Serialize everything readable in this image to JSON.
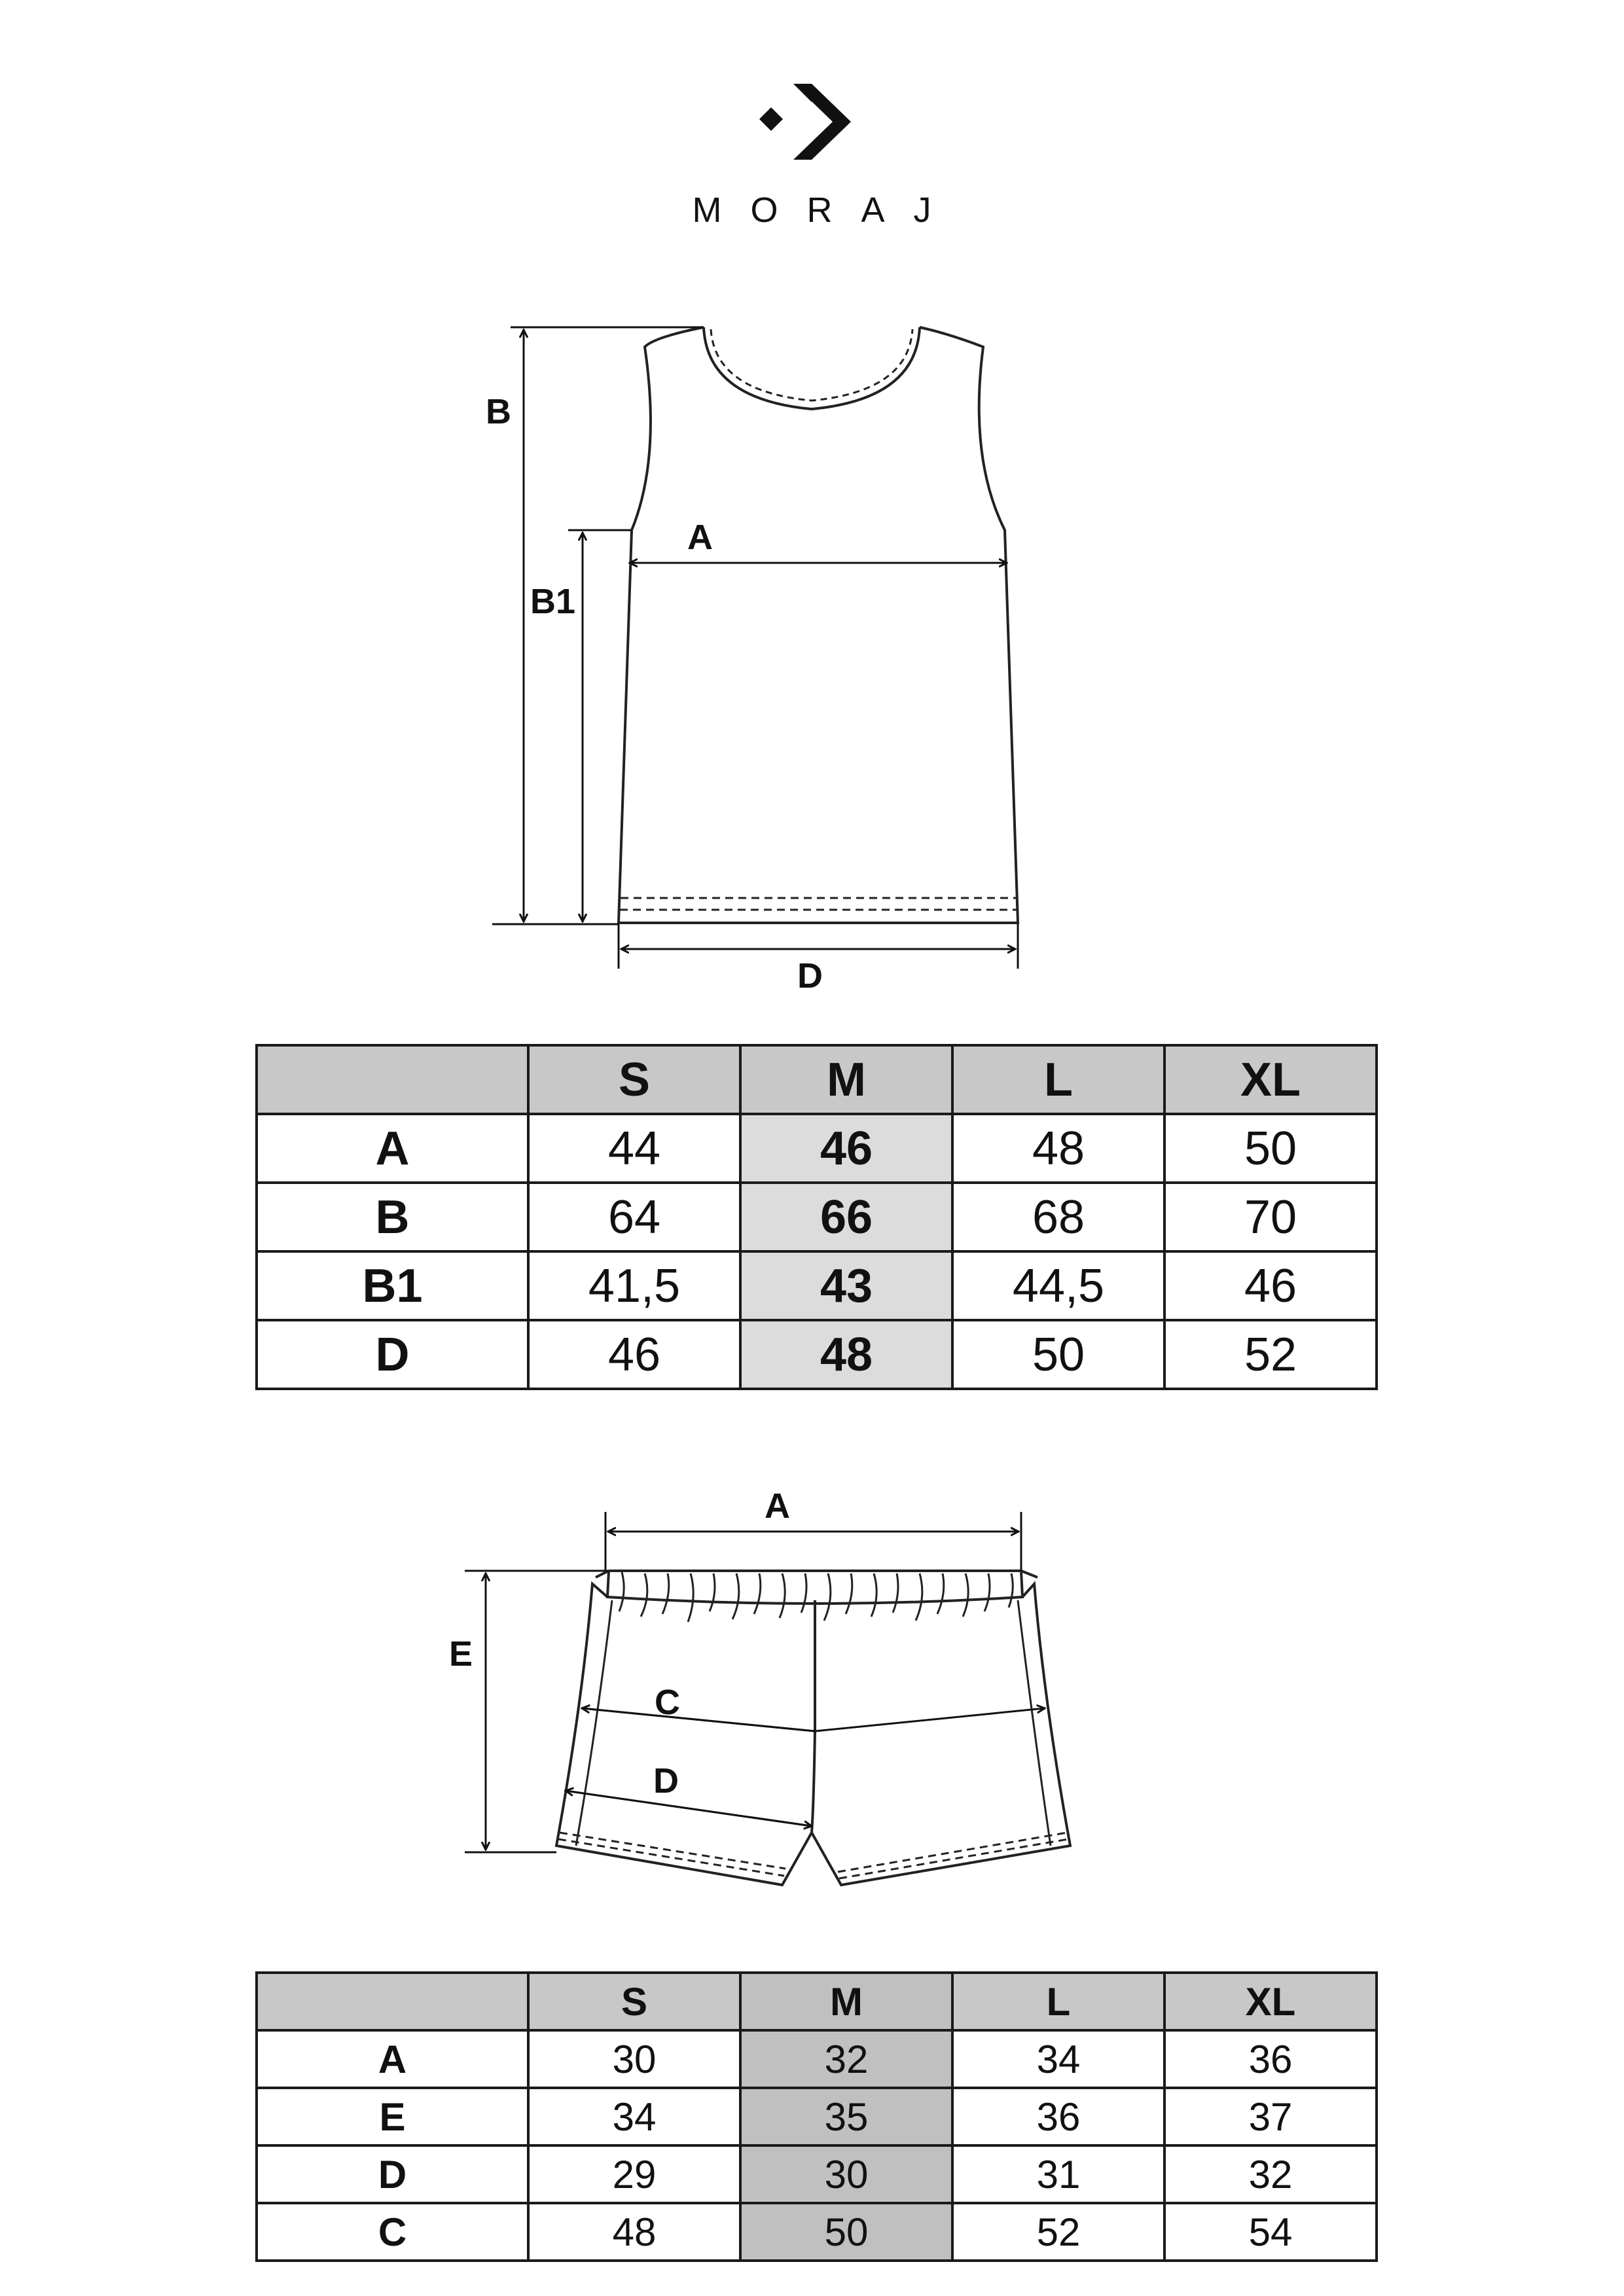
{
  "brand": {
    "name": "MORAJ"
  },
  "top_garment": {
    "labels": {
      "B": "B",
      "B1": "B1",
      "A": "A",
      "D": "D"
    }
  },
  "top_table": {
    "columns": [
      "",
      "S",
      "M",
      "L",
      "XL"
    ],
    "rows": [
      {
        "label": "A",
        "values": [
          "44",
          "46",
          "48",
          "50"
        ]
      },
      {
        "label": "B",
        "values": [
          "64",
          "66",
          "68",
          "70"
        ]
      },
      {
        "label": "B1",
        "values": [
          "41,5",
          "43",
          "44,5",
          "46"
        ]
      },
      {
        "label": "D",
        "values": [
          "46",
          "48",
          "50",
          "52"
        ]
      }
    ]
  },
  "bottom_garment": {
    "labels": {
      "A": "A",
      "E": "E",
      "C": "C",
      "D": "D"
    }
  },
  "bottom_table": {
    "columns": [
      "",
      "S",
      "M",
      "L",
      "XL"
    ],
    "rows": [
      {
        "label": "A",
        "values": [
          "30",
          "32",
          "34",
          "36"
        ]
      },
      {
        "label": "E",
        "values": [
          "34",
          "35",
          "36",
          "37"
        ]
      },
      {
        "label": "D",
        "values": [
          "29",
          "30",
          "31",
          "32"
        ]
      },
      {
        "label": "C",
        "values": [
          "48",
          "50",
          "52",
          "54"
        ]
      }
    ]
  },
  "colors": {
    "header_bg": "#c8c8c8",
    "highlight_top": "#dcdcdc",
    "highlight_bottom": "#c0c0c0",
    "ink": "#1a1a1a"
  },
  "icons": {
    "logo": "chevron-diamond-logo-icon"
  }
}
